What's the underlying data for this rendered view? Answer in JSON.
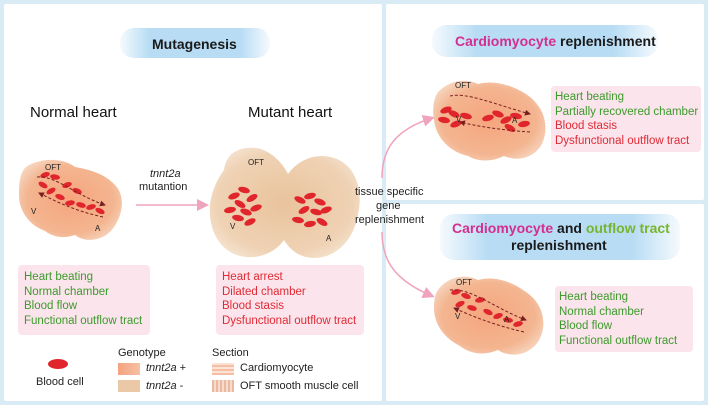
{
  "panels": {
    "mutagenesis": {
      "title": "Mutagenesis"
    },
    "replenish1": {
      "title_part1": "Cardiomyocyte",
      "title_part2": " replenishment"
    },
    "replenish2": {
      "title_part1": "Cardiomyocyte",
      "title_part2": " and ",
      "title_part3": "outflow tract",
      "title_line2": "replenishment"
    }
  },
  "hearts": {
    "normal": {
      "title": "Normal heart",
      "labels": {
        "oft": "OFT",
        "v": "V",
        "a": "A"
      }
    },
    "mutant": {
      "title": "Mutant heart",
      "labels": {
        "oft": "OFT",
        "v": "V",
        "a": "A"
      }
    },
    "cm_repl": {
      "labels": {
        "oft": "OFT",
        "v": "V",
        "a": "A"
      }
    },
    "cm_oft_repl": {
      "labels": {
        "oft": "OFT",
        "v": "V",
        "a": "A"
      }
    }
  },
  "arrows": {
    "mutation_gene": "tnnt2a",
    "mutation_word": "mutantion",
    "replenish_line1": "tissue specific",
    "replenish_line2": "gene",
    "replenish_line3": "replenishment"
  },
  "phenotypes": {
    "normal": [
      {
        "text": "Heart beating",
        "color": "#3c9a2c"
      },
      {
        "text": "Normal chamber",
        "color": "#3c9a2c"
      },
      {
        "text": "Blood flow",
        "color": "#3c9a2c"
      },
      {
        "text": "Functional outflow tract",
        "color": "#3c9a2c"
      }
    ],
    "mutant": [
      {
        "text": "Heart arrest",
        "color": "#e02b35"
      },
      {
        "text": "Dilated chamber",
        "color": "#e02b35"
      },
      {
        "text": "Blood stasis",
        "color": "#e02b35"
      },
      {
        "text": "Dysfunctional outflow tract",
        "color": "#e02b35"
      }
    ],
    "cm_repl": [
      {
        "text": "Heart beating",
        "color": "#3c9a2c"
      },
      {
        "text": "Partially recovered chamber",
        "color": "#3c9a2c"
      },
      {
        "text": "Blood stasis",
        "color": "#e02b35"
      },
      {
        "text": "Dysfunctional outflow tract",
        "color": "#e02b35"
      }
    ],
    "cm_oft_repl": [
      {
        "text": "Heart beating",
        "color": "#3c9a2c"
      },
      {
        "text": "Normal chamber",
        "color": "#3c9a2c"
      },
      {
        "text": "Blood flow",
        "color": "#3c9a2c"
      },
      {
        "text": "Functional outflow tract",
        "color": "#3c9a2c"
      }
    ]
  },
  "legend": {
    "blood_cell": "Blood cell",
    "genotype_title": "Genotype",
    "genotype_plus_gene": "tnnt2a",
    "genotype_plus_sign": " +",
    "genotype_minus_gene": "tnnt2a",
    "genotype_minus_sign": " -",
    "section_title": "Section",
    "section_cm": "Cardiomyocyte",
    "section_oft": "OFT smooth muscle cell"
  },
  "colors": {
    "red_text": "#e02b35",
    "green_text": "#3c9a2c",
    "magenta_title": "#d42f8f",
    "green_title": "#78b52e",
    "pill_blue": "#b7dcf4",
    "box_pink": "#fbe4ec",
    "arrow_pink": "#f0a3bd",
    "wt_tissue": "#f4a27f",
    "mutant_tissue": "#ecc9a6",
    "blood_cell": "#e0262c"
  }
}
